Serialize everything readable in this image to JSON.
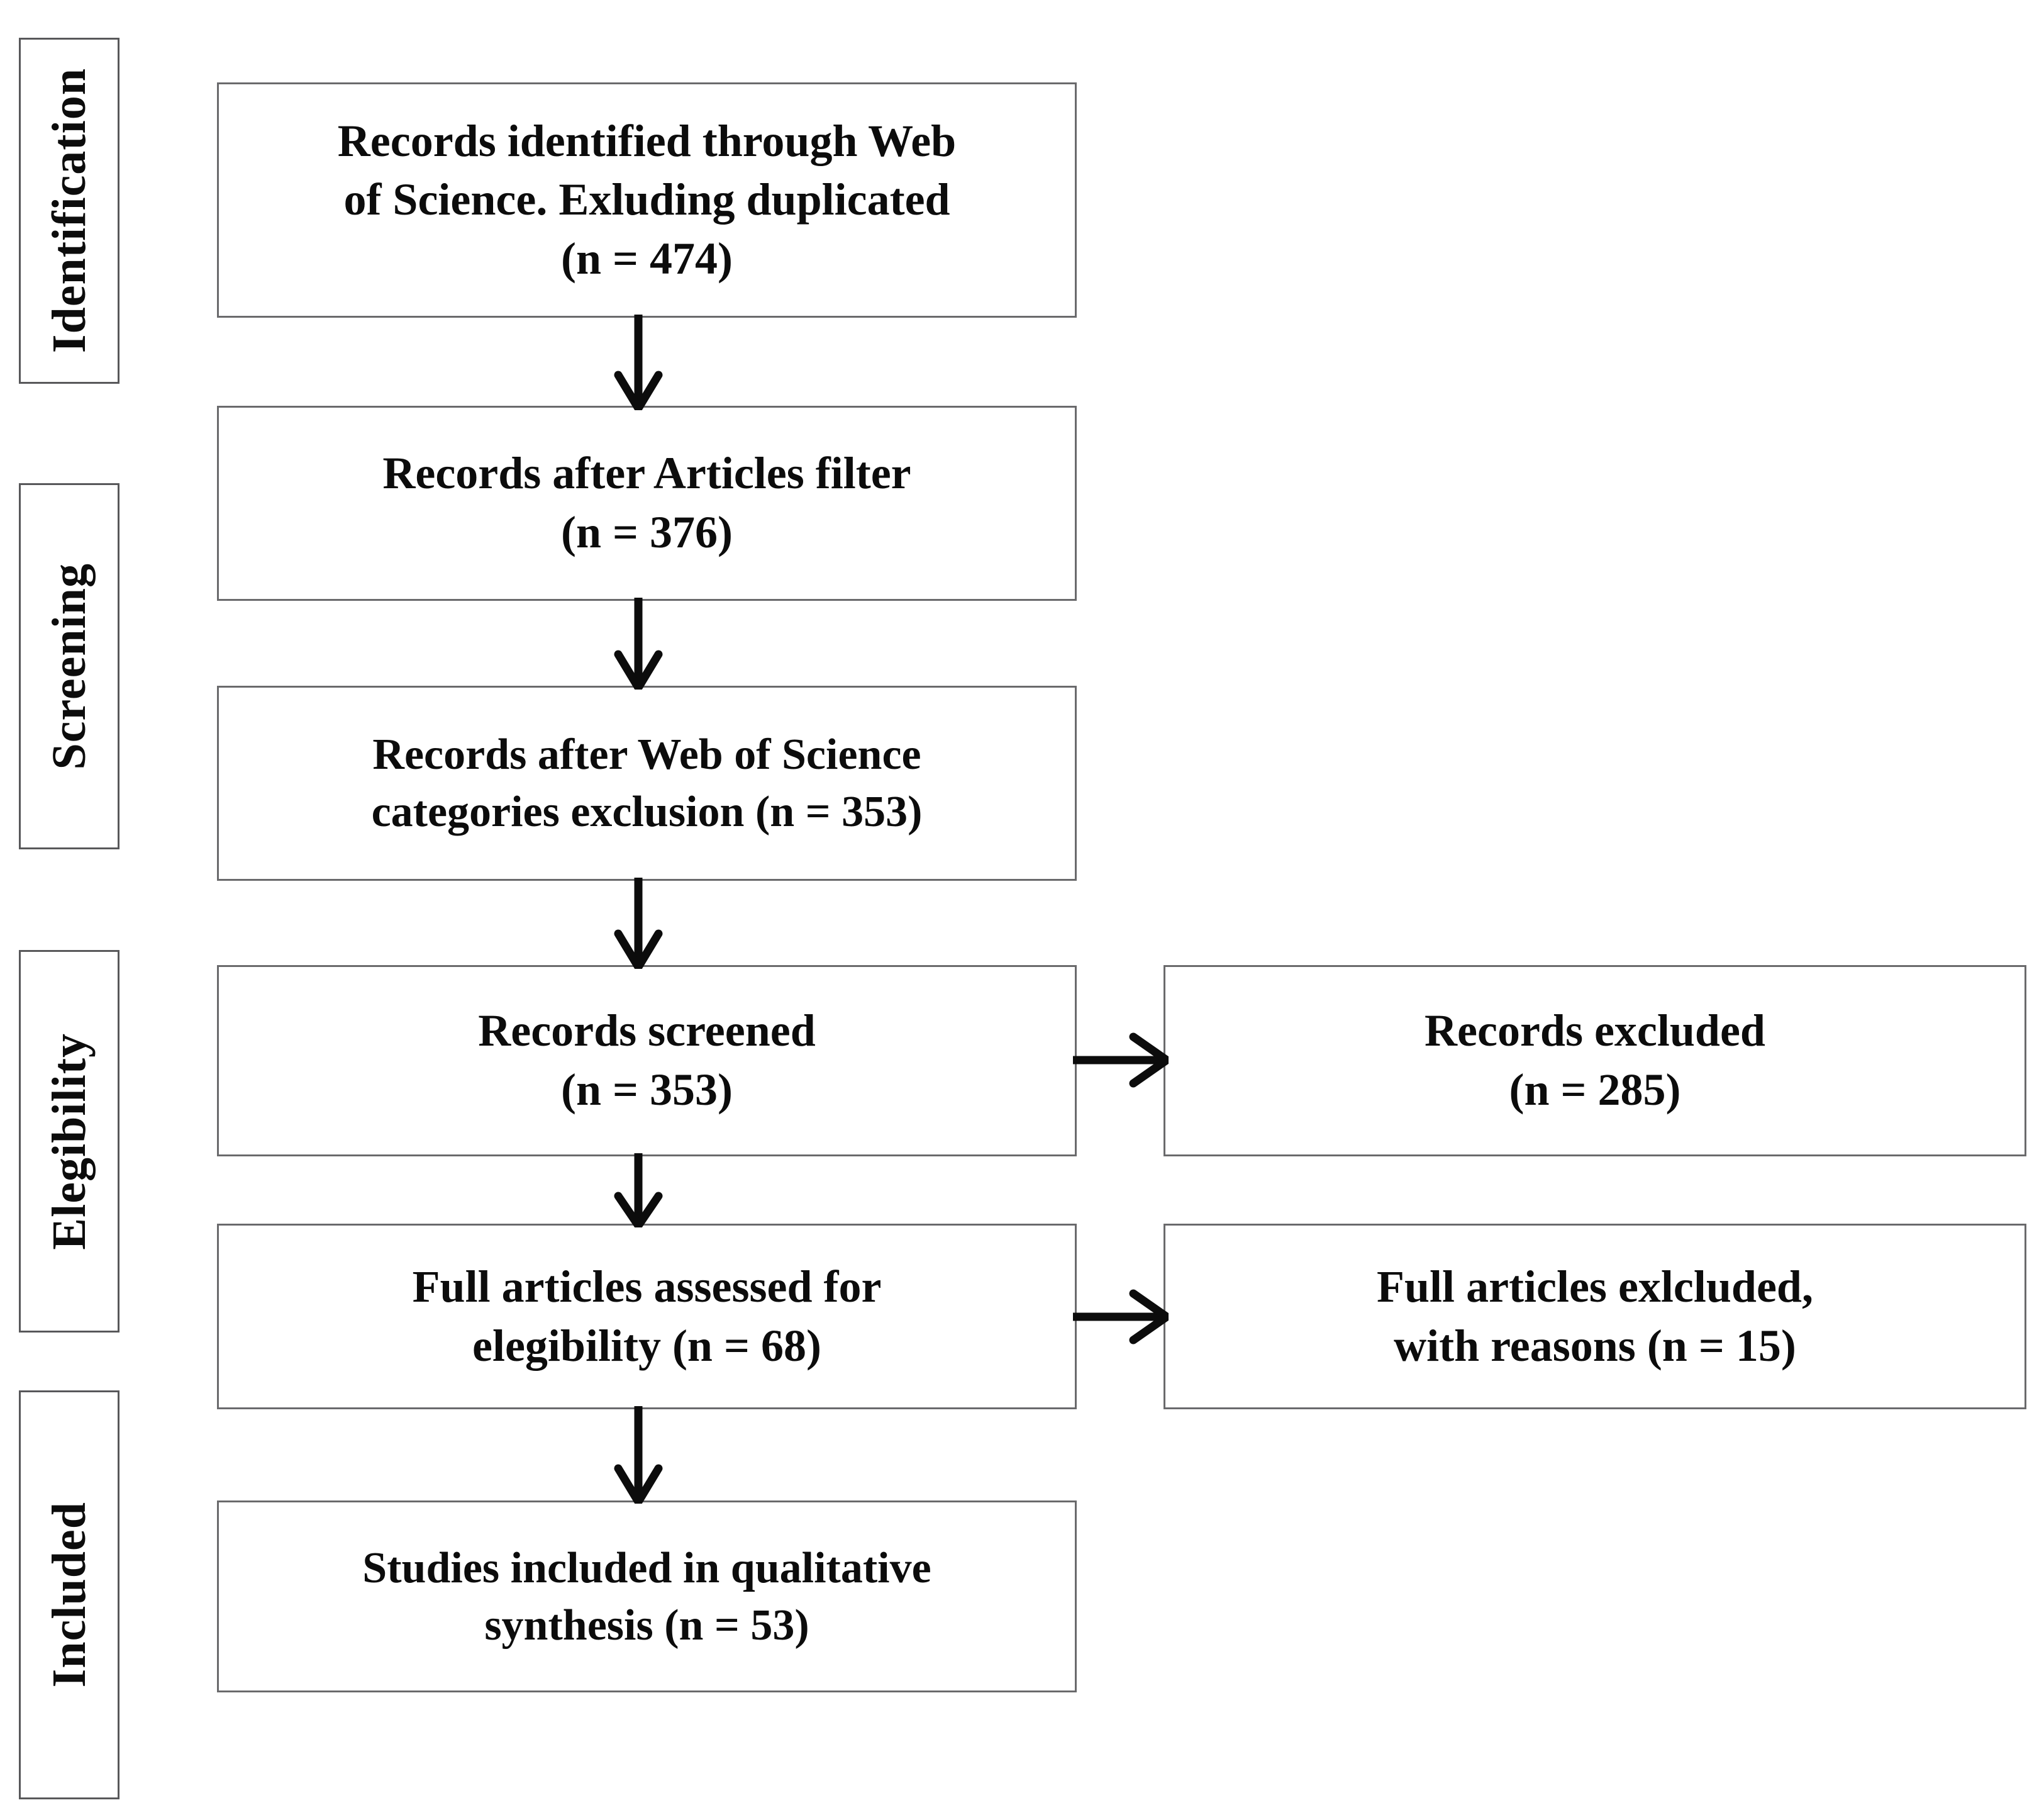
{
  "diagram": {
    "title": "PRISMA study selection flow diagram",
    "stroke_color": "#58585a",
    "text_color": "#0c0c0c",
    "background": "#ffffff",
    "stages": [
      {
        "id": "identification",
        "label": "Identification"
      },
      {
        "id": "screening",
        "label": "Screening"
      },
      {
        "id": "elegibility",
        "label": "Elegibility"
      },
      {
        "id": "included",
        "label": "Included"
      }
    ],
    "nodes": [
      {
        "id": "records-identified",
        "text": "Records identified through Web\nof Science. Exluding duplicated\n(n = 474)",
        "n": 474
      },
      {
        "id": "records-after-articles-filter",
        "text": "Records after Articles filter\n(n = 376)",
        "n": 376
      },
      {
        "id": "records-after-categories-exclusion",
        "text": "Records after Web of Science\ncategories exclusion (n = 353)",
        "n": 353
      },
      {
        "id": "records-screened",
        "text": "Records screened\n(n = 353)",
        "n": 353
      },
      {
        "id": "records-excluded",
        "text": "Records excluded\n(n = 285)",
        "n": 285
      },
      {
        "id": "full-articles-assessed",
        "text": "Full articles assessed for\nelegibility (n = 68)",
        "n": 68
      },
      {
        "id": "full-articles-excluded",
        "text": "Full articles exlcluded,\nwith reasons (n = 15)",
        "n": 15
      },
      {
        "id": "studies-included",
        "text": "Studies included in qualitative\nsynthesis (n = 53)",
        "n": 53
      }
    ],
    "connectors": [
      {
        "id": "arrow-identified-to-filter",
        "from": "records-identified",
        "to": "records-after-articles-filter",
        "direction": "down"
      },
      {
        "id": "arrow-filter-to-categories",
        "from": "records-after-articles-filter",
        "to": "records-after-categories-exclusion",
        "direction": "down"
      },
      {
        "id": "arrow-categories-to-screened",
        "from": "records-after-categories-exclusion",
        "to": "records-screened",
        "direction": "down"
      },
      {
        "id": "arrow-screened-to-excluded",
        "from": "records-screened",
        "to": "records-excluded",
        "direction": "right"
      },
      {
        "id": "arrow-screened-to-assessed",
        "from": "records-screened",
        "to": "full-articles-assessed",
        "direction": "down"
      },
      {
        "id": "arrow-assessed-to-excluded",
        "from": "full-articles-assessed",
        "to": "full-articles-excluded",
        "direction": "right"
      },
      {
        "id": "arrow-assessed-to-included",
        "from": "full-articles-assessed",
        "to": "studies-included",
        "direction": "down"
      }
    ]
  }
}
